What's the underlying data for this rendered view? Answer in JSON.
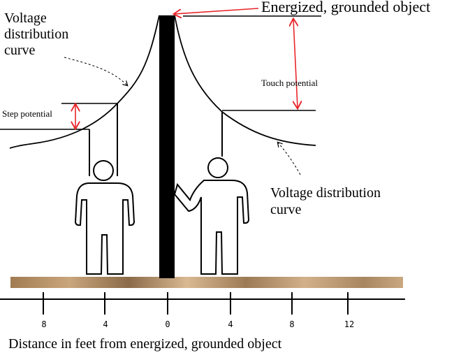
{
  "labels": {
    "energized_object": "Energized, grounded object",
    "voltage_curve_left_line1": "Voltage",
    "voltage_curve_left_line2": "distribution",
    "voltage_curve_left_line3": "curve",
    "touch_potential": "Touch potential",
    "step_potential": "Step potential",
    "voltage_curve_right_line1": "Voltage distribution",
    "voltage_curve_right_line2": "curve",
    "distance_caption": "Distance in feet from energized, grounded object"
  },
  "axis": {
    "ticks": [
      "8",
      "4",
      "0",
      "4",
      "8",
      "12"
    ]
  },
  "colors": {
    "arrow": "#e8262b",
    "ground": "#b08a5e",
    "ink": "#000000"
  }
}
